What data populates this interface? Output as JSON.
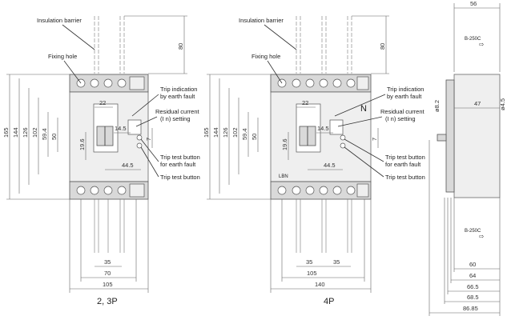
{
  "left_view": {
    "caption": "2, 3P",
    "callouts": {
      "insulation_barrier": "Insulation barrier",
      "fixing_hole": "Fixing hole",
      "trip_indication_1": "Trip indication",
      "trip_indication_2": "by earth fault",
      "residual_current_1": "Residual current",
      "residual_current_2": "(I   n) setting",
      "trip_test_earth_1": "Trip test button",
      "trip_test_earth_2": "for earth fault",
      "trip_test": "Trip test button"
    },
    "dims": {
      "h165": "165",
      "h144": "144",
      "h126": "126",
      "h102": "102",
      "h59_4": "59.4",
      "h50": "50",
      "h19_6": "19.6",
      "h80": "80",
      "w22": "22",
      "w14_5": "14.5",
      "w44_5": "44.5",
      "w7": "7",
      "w35": "35",
      "w70": "70",
      "w105": "105"
    }
  },
  "middle_view": {
    "caption": "4P",
    "n_label": "N",
    "badge": "LBN",
    "callouts": {
      "insulation_barrier": "Insulation barrier",
      "fixing_hole": "Fixing hole",
      "trip_indication_1": "Trip indication",
      "trip_indication_2": "by earth fault",
      "residual_current_1": "Residual current",
      "residual_current_2": "(I   n) setting",
      "trip_test_earth_1": "Trip test button",
      "trip_test_earth_2": "for earth fault",
      "trip_test": "Trip test button"
    },
    "dims": {
      "h165": "165",
      "h144": "144",
      "h126": "126",
      "h102": "102",
      "h59_4": "59.4",
      "h50": "50",
      "h19_6": "19.6",
      "h80": "80",
      "w22": "22",
      "w14_5": "14.5",
      "w44_5": "44.5",
      "w7": "7",
      "w35a": "35",
      "w35b": "35",
      "w105": "105",
      "w140": "140"
    }
  },
  "side_view": {
    "label_top": "B-250C",
    "label_bottom": "B-250C",
    "dims": {
      "w56": "56",
      "w47": "47",
      "d8_2": "ø8.2",
      "d4_5": "ø4.5",
      "w60": "60",
      "w64": "64",
      "w66_5": "66.5",
      "w68_5": "68.5",
      "w86_85": "86.85"
    }
  }
}
